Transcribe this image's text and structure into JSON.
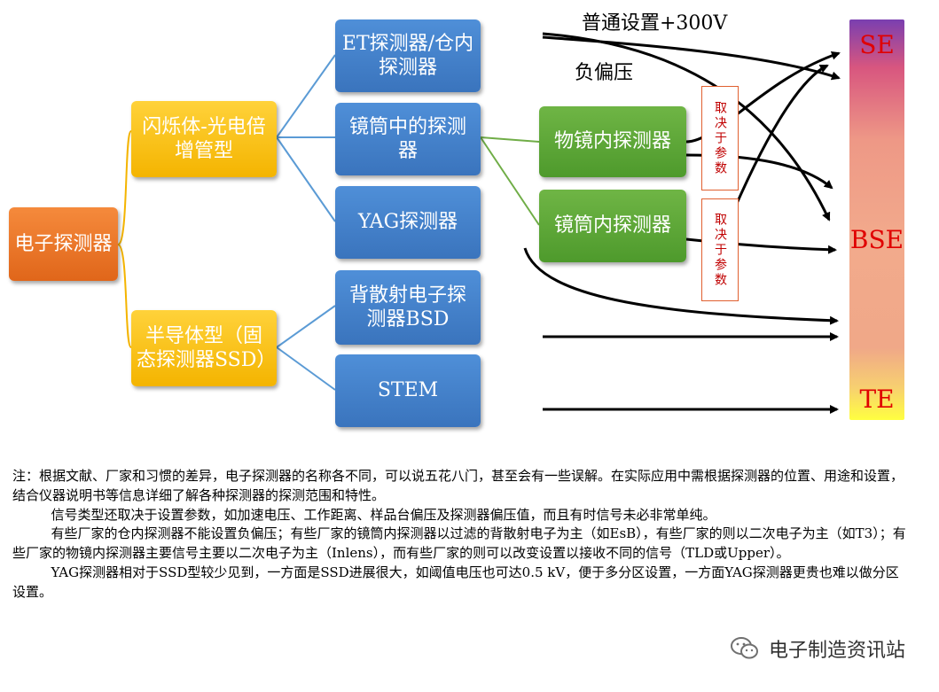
{
  "root": "电子探测器",
  "category": {
    "scintillator": "闪烁体-光电倍增管型",
    "semiconductor": "半导体型（固态探测器SSD）"
  },
  "detectors": {
    "et": "ET探测器/仓内探测器",
    "in_column": "镜筒中的探测器",
    "yag": "YAG探测器",
    "bsd": "背散射电子探测器BSD",
    "stem": "STEM"
  },
  "sub_detectors": {
    "in_lens": "物镜内探测器",
    "in_column": "镜筒内探测器"
  },
  "depends_label": "取决于参数",
  "bias": {
    "normal": "普通设置+300V",
    "negative": "负偏压"
  },
  "signal_bar": {
    "se": "SE",
    "bse": "BSE",
    "te": "TE"
  },
  "notes": [
    "注：根据文献、厂家和习惯的差异，电子探测器的名称各不同，可以说五花八门，甚至会有一些误解。在实际应用中需根据探测器的位置、用途和设置，结合仪器说明书等信息详细了解各种探测器的探测范围和特性。",
    "信号类型还取决于设置参数，如加速电压、工作距离、样品台偏压及探测器偏压值，而且有时信号未必非常单纯。",
    "有些厂家的仓内探测器不能设置负偏压；有些厂家的镜筒内探测器以过滤的背散射电子为主（如EsB），有些厂家的则以二次电子为主（如T3）；有些厂家的物镜内探测器主要信号主要以二次电子为主（Inlens），而有些厂家的则可以改变设置以接收不同的信号（TLD或Upper）。",
    "YAG探测器相对于SSD型较少见到，一方面是SSD进展很大，如阈值电压也可达0.5 kV，便于多分区设置，一方面YAG探测器更贵也难以做分区设置。"
  ],
  "footer": "电子制造资讯站",
  "colors": {
    "connector_orange": "#f4b400",
    "connector_blue": "#5b9bd5",
    "connector_green": "#70ad47",
    "label_red": "#e00000"
  }
}
